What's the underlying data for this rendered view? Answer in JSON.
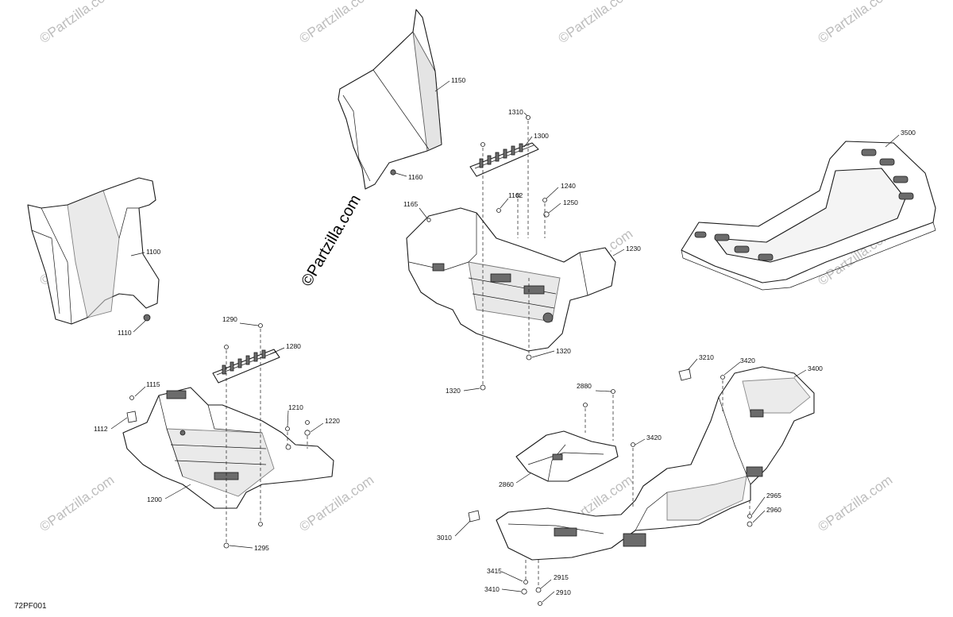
{
  "watermark": "©Partzilla.com",
  "brand_stamp": "©Partzilla.com",
  "diagram_code": "72PF001",
  "callouts": [
    "1100",
    "1110",
    "1150",
    "1160",
    "1310",
    "1300",
    "1165",
    "1162",
    "1240",
    "1250",
    "1230",
    "1320",
    "1320",
    "3500",
    "1290",
    "1280",
    "1115",
    "1112",
    "1210",
    "1220",
    "1200",
    "1295",
    "3210",
    "3420",
    "3400",
    "2880",
    "3420",
    "2860",
    "2965",
    "2960",
    "3010",
    "3415",
    "2915",
    "3410",
    "2910"
  ]
}
